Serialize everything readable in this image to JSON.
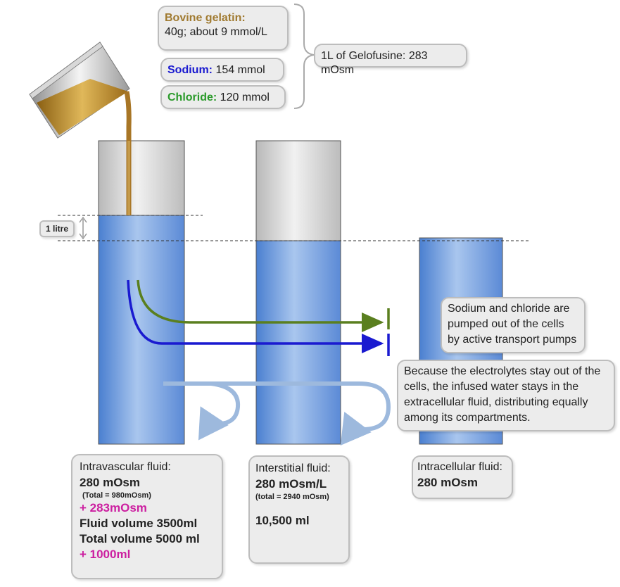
{
  "top": {
    "gelatin_title": "Bovine gelatin:",
    "gelatin_value": "40g; about 9 mmol/L",
    "sodium_title": "Sodium:",
    "sodium_value": "154 mmol",
    "chloride_title": "Chloride:",
    "chloride_value": "120 mmol",
    "total": "1L of Gelofusine: 283 mOsm"
  },
  "scale_label": "1 litre",
  "notes": {
    "pumps": "Sodium and chloride are pumped out of the cells by active transport pumps",
    "distribution": "Because the electrolytes stay out of the cells, the infused water stays in the extracellular fluid, distributing equally among its compartments."
  },
  "intravascular": {
    "title": "Intravascular fluid:",
    "osm": "280 mOsm",
    "total_osm": "(Total = 980mOsm)",
    "added_osm": "+ 283mOsm",
    "fluid_volume": "Fluid volume 3500ml",
    "total_volume": "Total volume 5000 ml",
    "added_volume": "+ 1000ml"
  },
  "interstitial": {
    "title": "Interstitial  fluid:",
    "osm": "280 mOsm/L",
    "total_osm": "(total = 2940 mOsm)",
    "volume": "10,500 ml"
  },
  "intracellular": {
    "title": "Intracellular fluid:",
    "osm": "280 mOsm"
  },
  "colors": {
    "water": "#5e8fd6",
    "gelatin": "#b07f20",
    "sodium": "#1a1ad0",
    "chloride": "#5a7f1f"
  }
}
